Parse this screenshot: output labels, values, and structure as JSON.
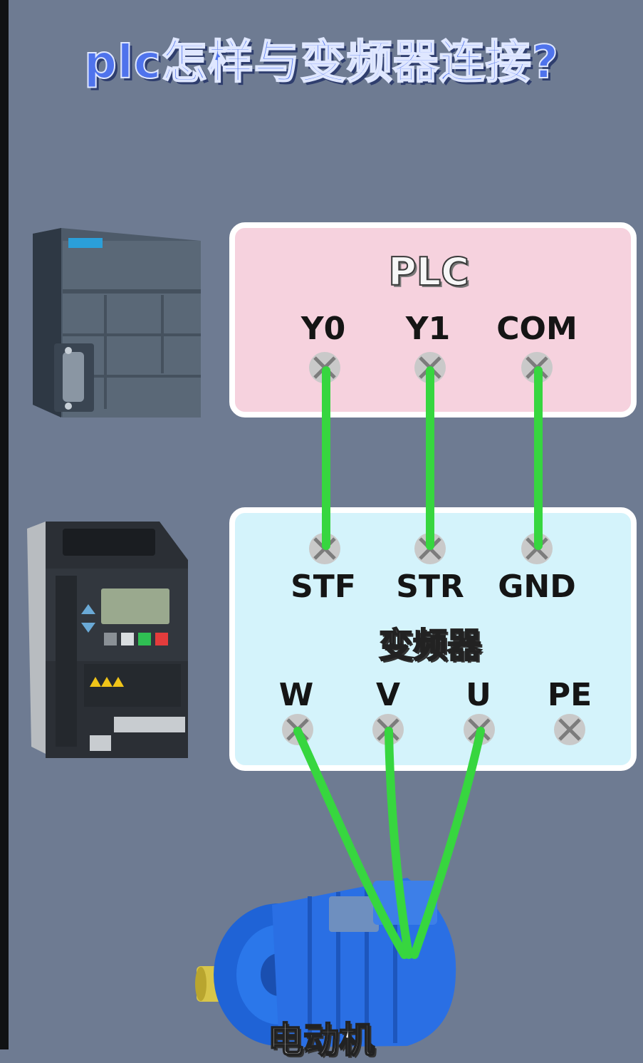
{
  "title": "plc怎样与变频器连接?",
  "plc": {
    "label": "PLC",
    "terminals": [
      "Y0",
      "Y1",
      "COM"
    ]
  },
  "inverter": {
    "label": "变频器",
    "control_terminals": [
      "STF",
      "STR",
      "GND"
    ],
    "power_terminals": [
      "W",
      "V",
      "U",
      "PE"
    ]
  },
  "motor": {
    "label": "电动机"
  },
  "colors": {
    "background": "#6e7b92",
    "title": "#4f73ec",
    "plc_panel": "#f6d2de",
    "inverter_panel": "#d4f3fb",
    "wire": "#37d63f"
  },
  "device_icons": [
    "plc-device-icon",
    "inverter-device-icon",
    "motor-icon"
  ]
}
